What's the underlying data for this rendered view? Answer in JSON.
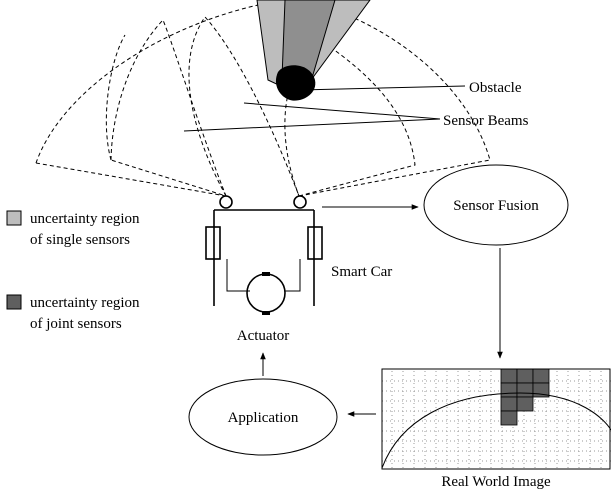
{
  "labels": {
    "obstacle": "Obstacle",
    "sensor_beams": "Sensor Beams",
    "sensor_fusion": "Sensor Fusion",
    "smart_car": "Smart Car",
    "actuator": "Actuator",
    "application": "Application",
    "real_world_image": "Real World Image"
  },
  "legend": {
    "single": {
      "line1": "uncertainty region",
      "line2": "of single sensors",
      "color": "#bdbdbd"
    },
    "joint": {
      "line1": "uncertainty region",
      "line2": "of joint sensors",
      "color": "#5f5f5f"
    }
  },
  "colors": {
    "obstacle_light": "#bdbdbd",
    "obstacle_mid": "#8f8f8f",
    "obstacle_dark": "#5f5f5f",
    "joint_cells": "#5f5f5f"
  }
}
